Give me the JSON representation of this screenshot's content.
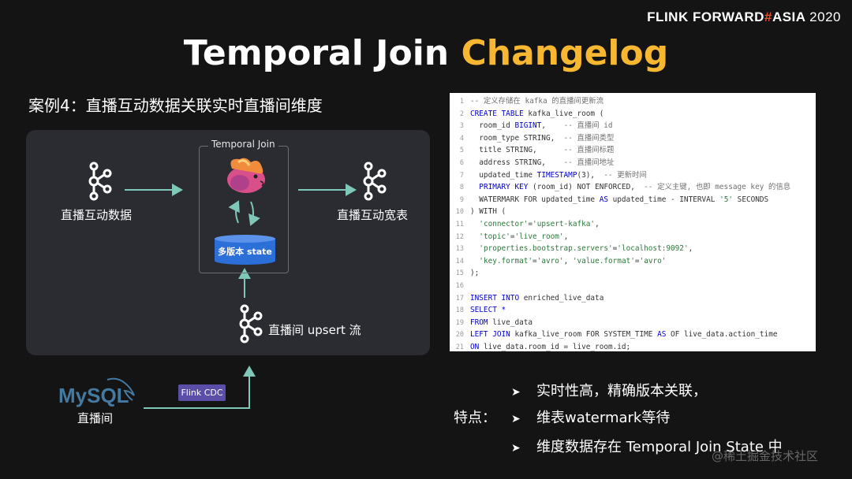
{
  "brand": {
    "name": "FLINK FORWARD",
    "hash": "#",
    "event": "ASIA",
    "year": "2020"
  },
  "title": {
    "part1": "Temporal Join ",
    "part2": "Changelog"
  },
  "case_title": "案例4：直播互动数据关联实时直播间维度",
  "diagram": {
    "temporal_join_label": "Temporal Join",
    "source_label": "直播互动数据",
    "sink_label": "直播互动宽表",
    "state_label": "多版本 state",
    "upsert_label": "直播间 upsert 流",
    "mysql_logo": "MySQL",
    "mysql_label": "直播间",
    "cdc_label": "Flink CDC"
  },
  "code": {
    "lines": [
      {
        "n": "1",
        "t": "-- 定义存储在 kafka 的直播间更新流"
      },
      {
        "n": "2",
        "t": "CREATE TABLE kafka_live_room ("
      },
      {
        "n": "3",
        "t": "  room_id BIGINT,    -- 直播间 id"
      },
      {
        "n": "4",
        "t": "  room_type STRING,  -- 直播间类型"
      },
      {
        "n": "5",
        "t": "  title STRING,      -- 直播间标题"
      },
      {
        "n": "6",
        "t": "  address STRING,    -- 直播间地址"
      },
      {
        "n": "7",
        "t": "  updated_time TIMESTAMP(3),  -- 更新时间"
      },
      {
        "n": "8",
        "t": "  PRIMARY KEY (room_id) NOT ENFORCED,  -- 定义主键, 也即 message key 的信息"
      },
      {
        "n": "9",
        "t": "  WATERMARK FOR updated_time AS updated_time - INTERVAL '5' SECONDS"
      },
      {
        "n": "10",
        "t": ") WITH ("
      },
      {
        "n": "11",
        "t": "  'connector'='upsert-kafka',"
      },
      {
        "n": "12",
        "t": "  'topic'='live_room',"
      },
      {
        "n": "13",
        "t": "  'properties.bootstrap.servers'='localhost:9092',"
      },
      {
        "n": "14",
        "t": "  'key.format'='avro', 'value.format'='avro'"
      },
      {
        "n": "15",
        "t": ");"
      },
      {
        "n": "16",
        "t": ""
      },
      {
        "n": "17",
        "t": "INSERT INTO enriched_live_data"
      },
      {
        "n": "18",
        "t": "SELECT *"
      },
      {
        "n": "19",
        "t": "FROM live_data"
      },
      {
        "n": "20",
        "t": "LEFT JOIN kafka_live_room FOR SYSTEM_TIME AS OF live_data.action_time"
      },
      {
        "n": "21",
        "t": "ON live_data.room_id = live_room.id;"
      }
    ]
  },
  "features": {
    "label": "特点：",
    "arrow": "➤",
    "items": [
      "实时性高，精确版本关联，",
      "维表watermark等待",
      "维度数据存在 Temporal Join State 中"
    ]
  },
  "watermark": "@稀土掘金技术社区",
  "colors": {
    "background": "#141414",
    "panel": "#2a2c31",
    "accent": "#f7b731",
    "arrow": "#7fc7b8",
    "db": "#2d6fd8",
    "cdc": "#5a4ea8",
    "brand_hash": "#e6522c"
  }
}
